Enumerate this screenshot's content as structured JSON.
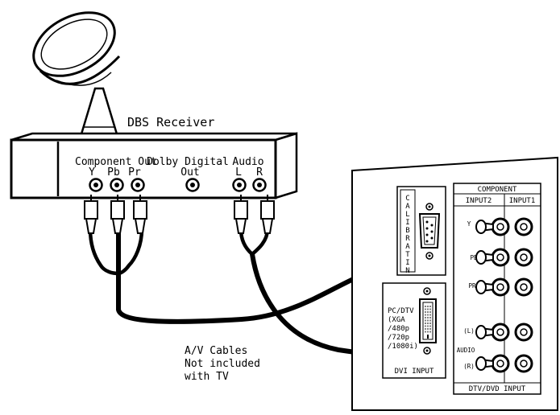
{
  "receiver": {
    "title": "DBS Receiver",
    "component_out": "Component Out",
    "component_y": "Y",
    "component_pb": "Pb",
    "component_pr": "Pr",
    "dolby_line1": "Dolby Digital",
    "dolby_line2": "Out",
    "audio": "Audio",
    "audio_l": "L",
    "audio_r": "R"
  },
  "cables_note": {
    "line1": "A/V Cables",
    "line2": "Not included",
    "line3": "with TV"
  },
  "tv_panel": {
    "calibration_letters": [
      "C",
      "A",
      "L",
      "I",
      "B",
      "R",
      "A",
      "T",
      "I",
      "N"
    ],
    "component": "COMPONENT",
    "input2": "INPUT2",
    "input1": "INPUT1",
    "y": "Y",
    "pb": "PB",
    "pr": "PR",
    "audio_l": "(L)",
    "audio": "AUDIO",
    "audio_r": "(R)",
    "dtv_dvd_input": "DTV/DVD INPUT",
    "pc_dtv": [
      "PC/DTV",
      "(XGA",
      "/480p",
      "/720p",
      "/1080i)"
    ],
    "dvi_input": "DVI INPUT"
  },
  "colors": {
    "line": "#000000",
    "background": "#ffffff"
  }
}
